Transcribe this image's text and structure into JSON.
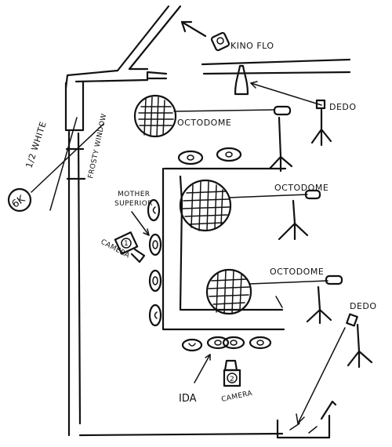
{
  "labels": {
    "kino_flo": "KINO FLO",
    "dedo_top": "DEDO",
    "octodome_1": "OCTODOME",
    "octodome_2": "OCTODOME",
    "octodome_3": "OCTODOME",
    "dedo_bottom": "DEDO",
    "half_white": "1/2 WHITE",
    "frosty_window": "FROSTY WINDOW",
    "six_k": "6K",
    "mother_superior_line1": "MOTHER",
    "mother_superior_line2": "SUPERIOR",
    "camera_1_label": "CAMERA",
    "camera_1_number": "1",
    "ida": "IDA",
    "camera_2_label": "CAMERA",
    "camera_2_number": "2"
  }
}
